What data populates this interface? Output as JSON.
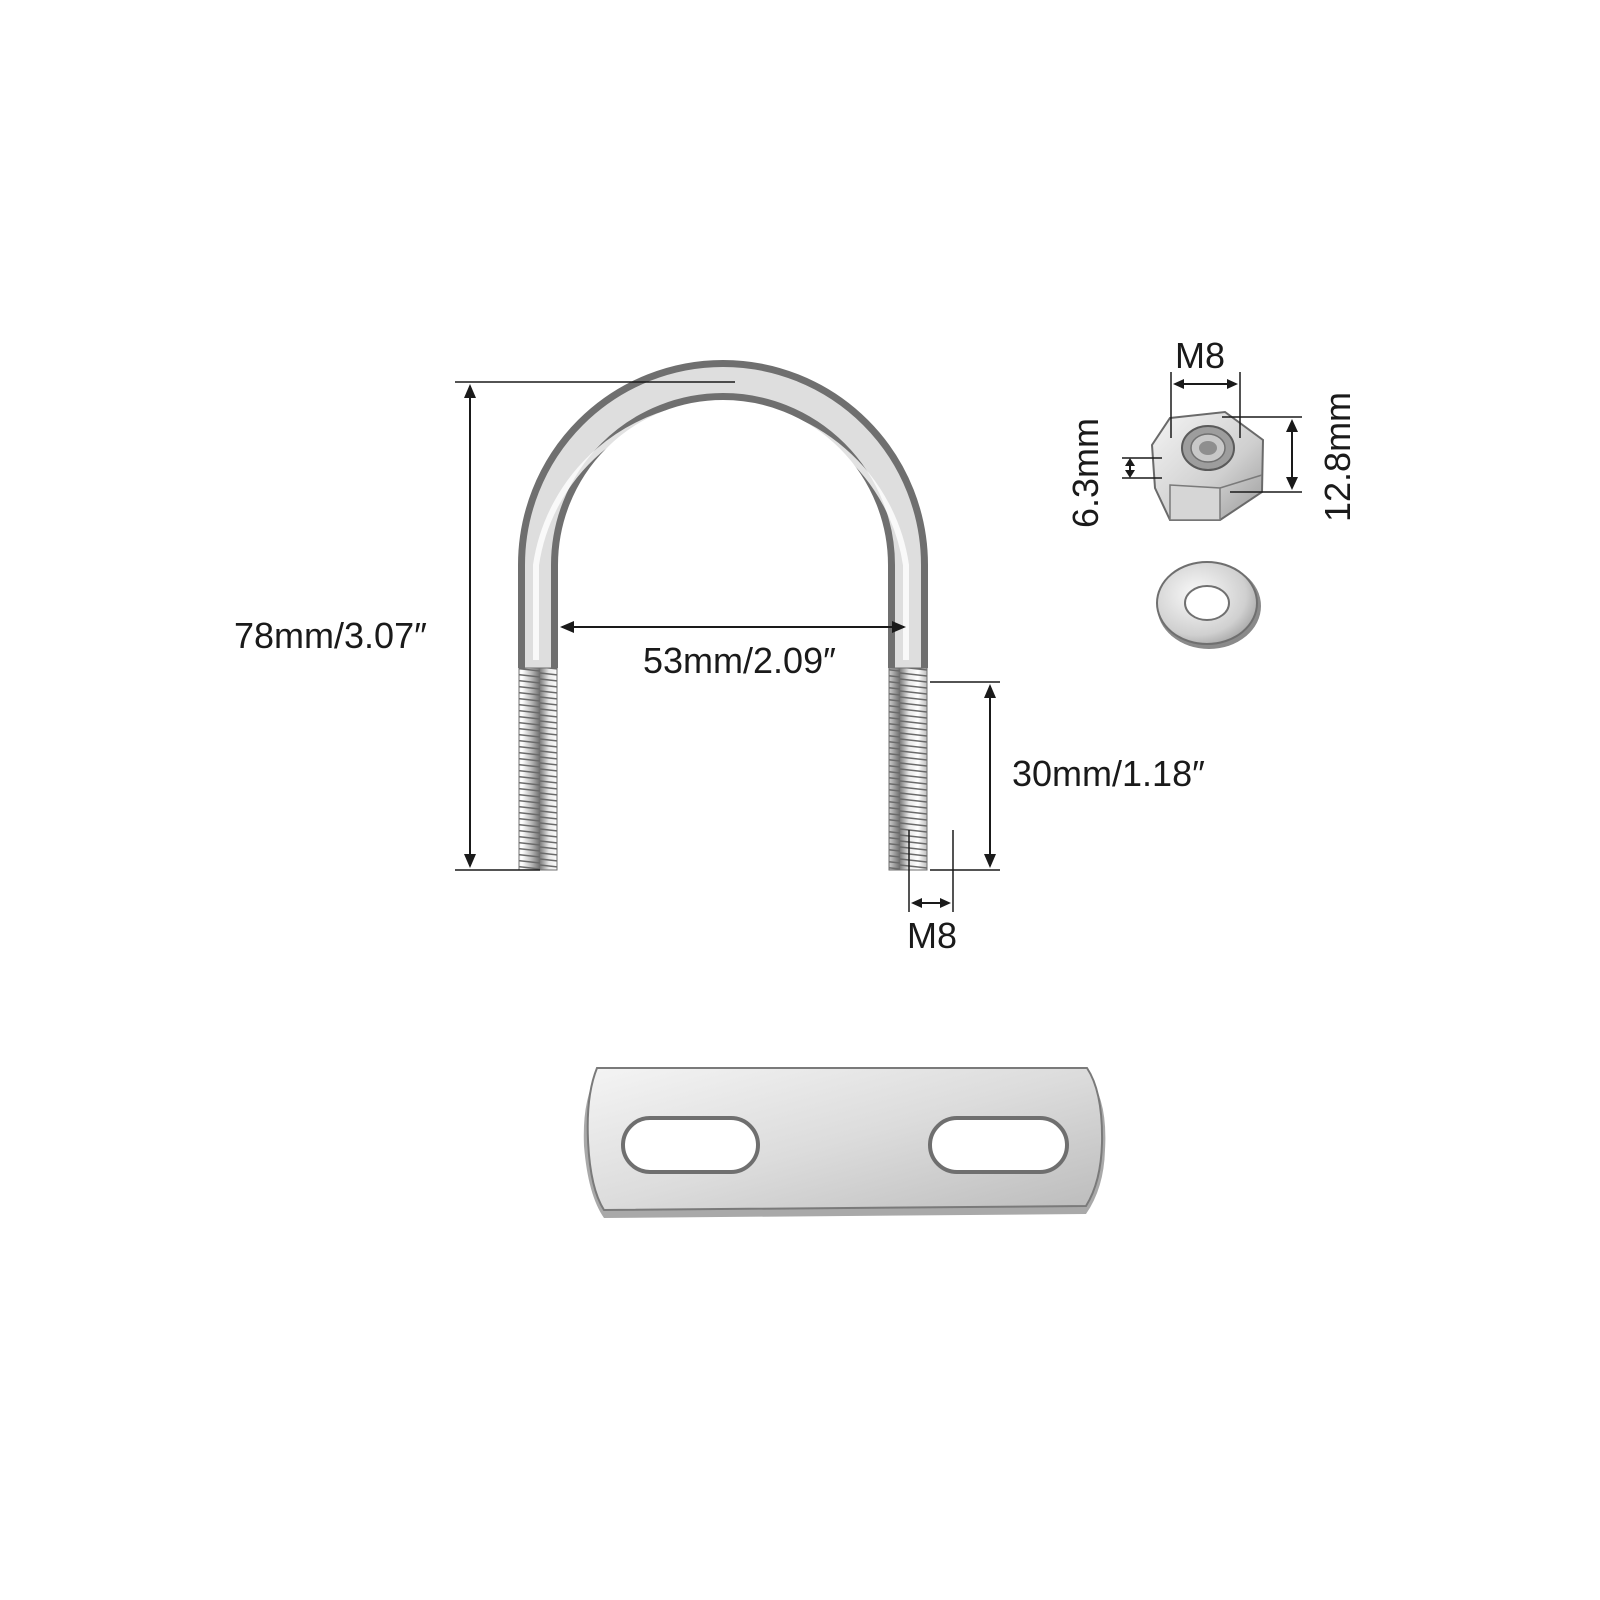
{
  "dimensions": {
    "overall_height": "78mm/3.07″",
    "inner_width": "53mm/2.09″",
    "thread_length": "30mm/1.18″",
    "thread_size": "M8",
    "nut_size": "M8",
    "nut_thickness": "6.3mm",
    "nut_width": "12.8mm"
  },
  "colors": {
    "steel_light": "#f2f2f2",
    "steel_mid": "#c8c8c8",
    "steel_dark": "#8a8a8a",
    "outline": "#555555",
    "dimension": "#1a1a1a"
  },
  "parts": [
    "u-bolt",
    "hex-nut",
    "flat-washer",
    "backing-plate"
  ]
}
